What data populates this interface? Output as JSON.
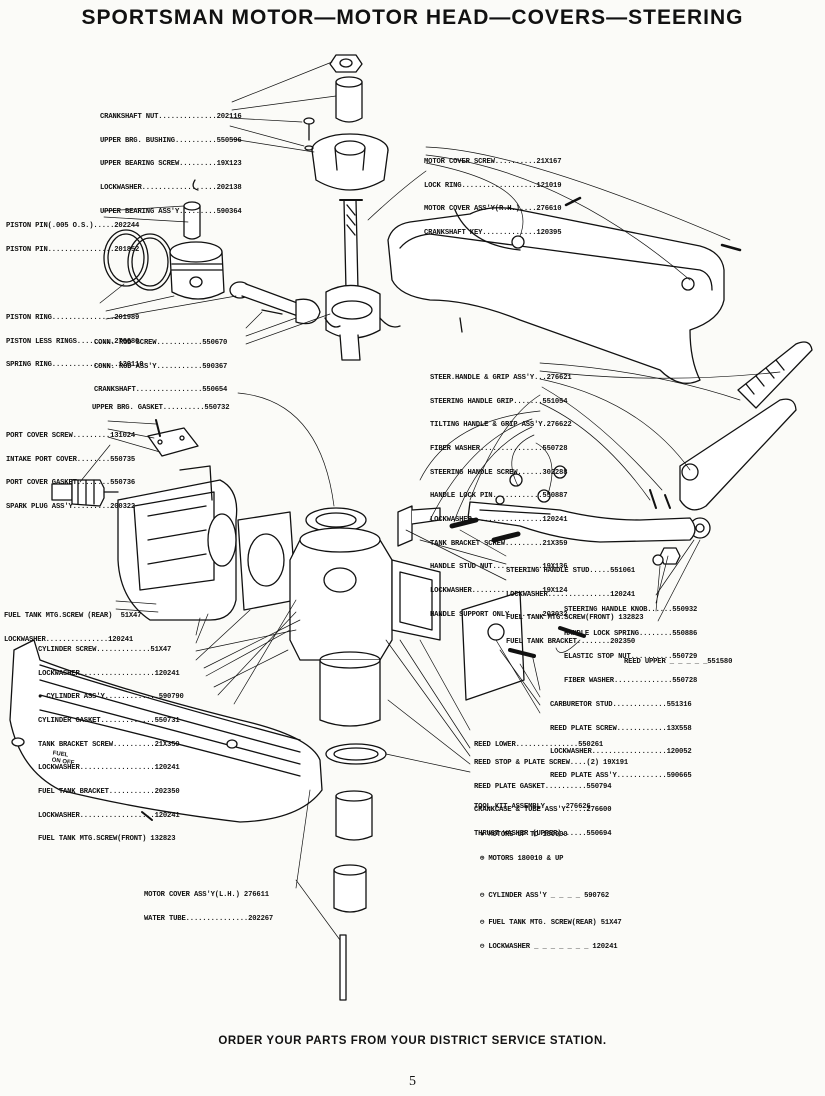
{
  "title": "SPORTSMAN MOTOR—MOTOR HEAD—COVERS—STEERING",
  "groups": {
    "upper": [
      "CRANKSHAFT NUT..............202116",
      "UPPER BRG. BUSHING..........550596",
      "UPPER BEARING SCREW.........19X123",
      "LOCKWASHER..................202138",
      "UPPER BEARING ASS'Y.........590364"
    ],
    "piston": [
      "PISTON PIN(.005 O.S.).....202244",
      "PISTON PIN................201852"
    ],
    "rings": [
      "PISTON RING...............201989",
      "PISTON LESS RINGS.........276680",
      "SPRING RING................120110"
    ],
    "connrod": [
      "CONN. ROD SCREW...........550670",
      "CONN. ROD ASS'Y...........590367",
      "CRANKSHAFT................550654"
    ],
    "motorcover_rh": [
      "MOTOR COVER SCREW..........21X167",
      "LOCK RING..................121019",
      "MOTOR COVER ASS'Y(R.H.)....276610",
      "CRANKSHAFT KEY.............120395"
    ],
    "gasket": [
      "UPPER BRG. GASKET..........550732"
    ],
    "port": [
      "PORT COVER SCREW.........131024",
      "INTAKE PORT COVER........550735",
      "PORT COVER GASKET........550736",
      "SPARK PLUG ASS'Y.........200322"
    ],
    "steering": [
      "STEER.HANDLE & GRIP ASS'Y...276621",
      "STEERING HANDLE GRIP.......551054",
      "TILTING HANDLE & GRIP ASS'Y.276622",
      "FIBER WASHER...............550728",
      "STEERING HANDLE SCREW......302288",
      "HANDLE LOCK PIN............550887",
      "LOCKWASHER.................120241",
      "TANK BRACKET SCREW.........21X359",
      "HANDLE STUD NUT............19X136",
      "LOCKWASHER.................19X124",
      "HANDLE SUPPORT ONLY........203032"
    ],
    "stud": [
      "STEERING HANDLE STUD.....551061",
      "LOCKWASHER...............120241",
      "FUEL TANK MTG.SCREW(FRONT) 132823",
      "FUEL TANK BRACKET........202350"
    ],
    "knob": [
      "STEERING HANDLE KNOB......550932",
      "HANDLE LOCK SPRING........550886",
      "ELASTIC STOP NUT..........550729",
      "FIBER WASHER..............550728"
    ],
    "fueltank_left": [
      "FUEL TANK MTG.SCREW (REAR)  51X47",
      "LOCKWASHER...............120241"
    ],
    "cylinder": [
      "CYLINDER SCREW.............51X47",
      "LOCKWASHER..................120241",
      "● CYLINDER ASS'Y.............590790",
      "CYLINDER GASKET.............550731",
      "TANK BRACKET SCREW..........21X359",
      "LOCKWASHER..................120241",
      "FUEL TANK BRACKET...........202350",
      "LOCKWASHER..................120241",
      "FUEL TANK MTG.SCREW(FRONT) 132823"
    ],
    "reedupper": [
      "REED UPPER _ _ _ _ _551580"
    ],
    "carb": [
      "CARBURETOR STUD.............551316",
      "REED PLATE SCREW............13X558",
      "LOCKWASHER..................120052",
      "REED PLATE ASS'Y............590665"
    ],
    "reedlower": [
      "REED LOWER...............550261"
    ],
    "reedstop": [
      "REED STOP & PLATE SCREW....(2) 19X191",
      "REED PLATE GASKET..........550794",
      "CRANKCASE & TUBE ASS'Y.....276600",
      "THRUST WASHER (UPPER)......550694"
    ],
    "toolkit": [
      "TOOL KIT ASSEMBLY     276626"
    ],
    "legend": [
      "● MOTORS UP TO 180000",
      "⊕ MOTORS 180010 & UP"
    ],
    "lh": [
      "MOTOR COVER ASS'Y(L.H.) 276611",
      "WATER TUBE...............202267"
    ],
    "cyl2": [
      "⊖ CYLINDER ASS'Y _ _ _ _ 590762"
    ],
    "fuel2": [
      "⊖ FUEL TANK MTG. SCREW(REAR) 51X47",
      "⊖ LOCKWASHER _ _ _ _ _ _ _ 120241"
    ]
  },
  "cover_text": [
    "FUEL",
    "ON    OFF"
  ],
  "footer": "ORDER YOUR PARTS FROM YOUR DISTRICT SERVICE STATION.",
  "page_number": "5"
}
